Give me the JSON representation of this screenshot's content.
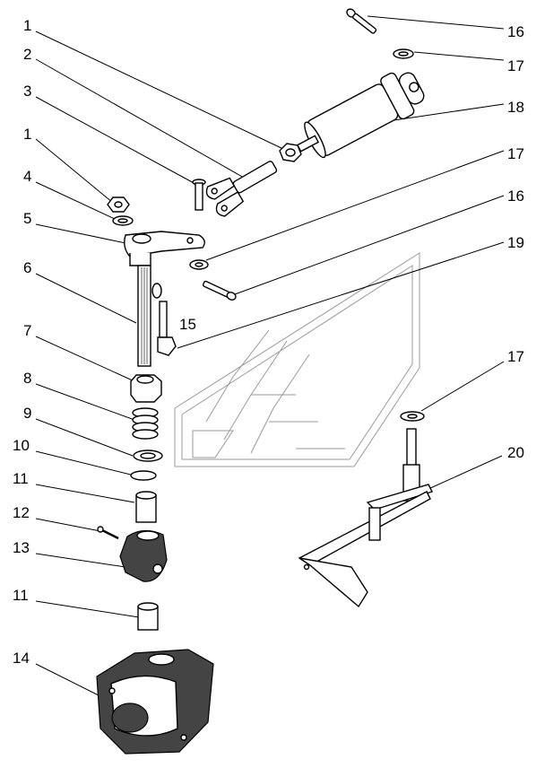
{
  "diagram": {
    "callouts": [
      {
        "id": "c1a",
        "label": "1"
      },
      {
        "id": "c2",
        "label": "2"
      },
      {
        "id": "c3",
        "label": "3"
      },
      {
        "id": "c1b",
        "label": "1"
      },
      {
        "id": "c4",
        "label": "4"
      },
      {
        "id": "c5",
        "label": "5"
      },
      {
        "id": "c6",
        "label": "6"
      },
      {
        "id": "c7",
        "label": "7"
      },
      {
        "id": "c8",
        "label": "8"
      },
      {
        "id": "c9",
        "label": "9"
      },
      {
        "id": "c10",
        "label": "10"
      },
      {
        "id": "c11a",
        "label": "11"
      },
      {
        "id": "c12",
        "label": "12"
      },
      {
        "id": "c13",
        "label": "13"
      },
      {
        "id": "c11b",
        "label": "11"
      },
      {
        "id": "c14",
        "label": "14"
      },
      {
        "id": "c15",
        "label": "15"
      },
      {
        "id": "c16a",
        "label": "16"
      },
      {
        "id": "c17a",
        "label": "17"
      },
      {
        "id": "c18",
        "label": "18"
      },
      {
        "id": "c17b",
        "label": "17"
      },
      {
        "id": "c16b",
        "label": "16"
      },
      {
        "id": "c19",
        "label": "19"
      },
      {
        "id": "c17c",
        "label": "17"
      },
      {
        "id": "c20",
        "label": "20"
      }
    ]
  }
}
